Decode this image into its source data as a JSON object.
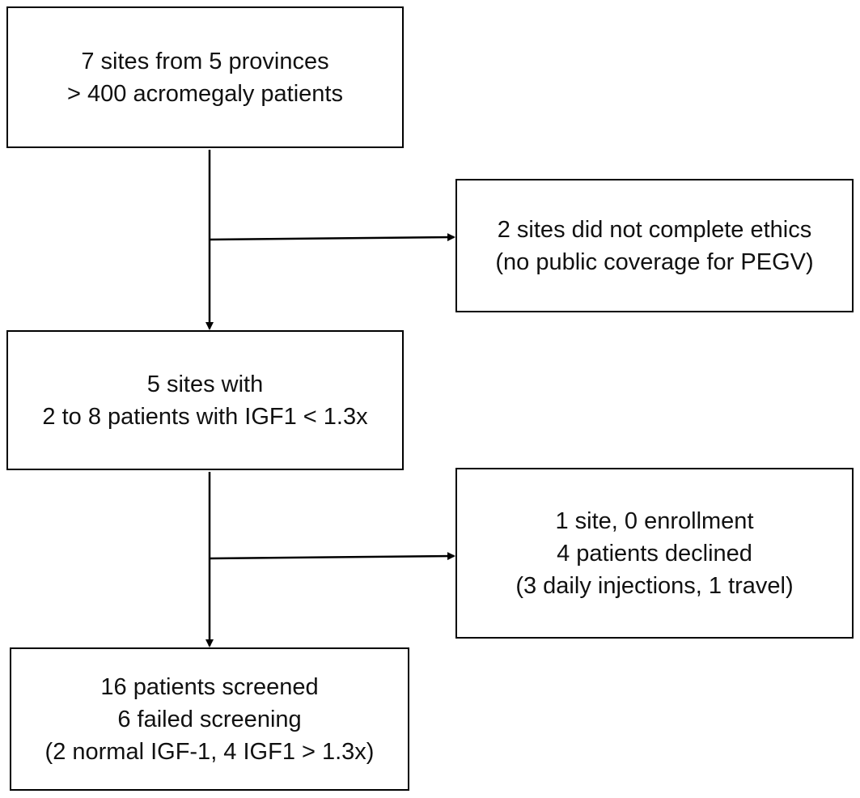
{
  "flowchart": {
    "box1": {
      "lines": [
        "7 sites from 5 provinces",
        "> 400 acromegaly patients"
      ]
    },
    "box2": {
      "lines": [
        "2 sites did not complete ethics",
        "(no public coverage for PEGV)"
      ]
    },
    "box3": {
      "lines": [
        "5 sites with",
        "2 to 8 patients with IGF1 < 1.3x"
      ]
    },
    "box4": {
      "lines": [
        "1 site, 0 enrollment",
        "4 patients declined",
        "(3 daily injections, 1 travel)"
      ]
    },
    "box5": {
      "lines": [
        "16 patients screened",
        "6 failed screening",
        "(2 normal IGF-1, 4 IGF1 > 1.3x)"
      ]
    }
  },
  "colors": {
    "stroke": "#000000",
    "background": "#ffffff",
    "text": "#111111"
  }
}
